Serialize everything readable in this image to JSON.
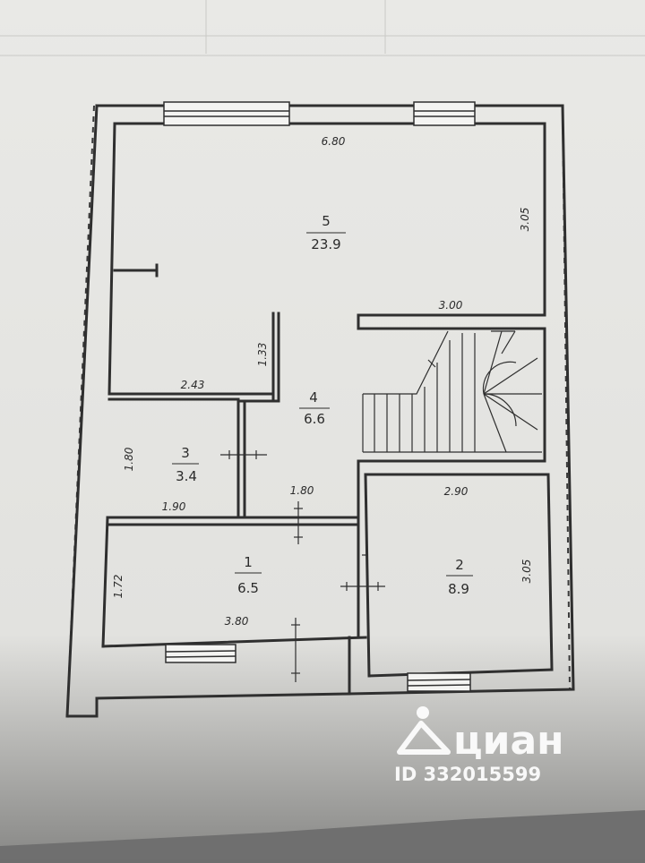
{
  "plan": {
    "rooms": [
      {
        "number": "1",
        "area": "6.5"
      },
      {
        "number": "2",
        "area": "8.9"
      },
      {
        "number": "3",
        "area": "3.4"
      },
      {
        "number": "4",
        "area": "6.6"
      },
      {
        "number": "5",
        "area": "23.9"
      }
    ],
    "dimensions": {
      "top_width": "6.80",
      "right_height_room5": "3.05",
      "stair_width": "3.00",
      "partition_height": "1.33",
      "room3_top": "2.43",
      "room3_left": "1.80",
      "room3_bottom": "1.90",
      "corridor_bottom": "1.80",
      "room1_left": "1.72",
      "room1_bottom": "3.80",
      "room2_top": "2.90",
      "room2_right": "3.05"
    }
  },
  "watermark": {
    "brand": "циан",
    "id_text": "ID 332015599"
  },
  "colors": {
    "paper": "#f1f1ee",
    "background": "#6e6e6e",
    "wall": "#2f2f2f",
    "watermark": "#ffffff"
  }
}
